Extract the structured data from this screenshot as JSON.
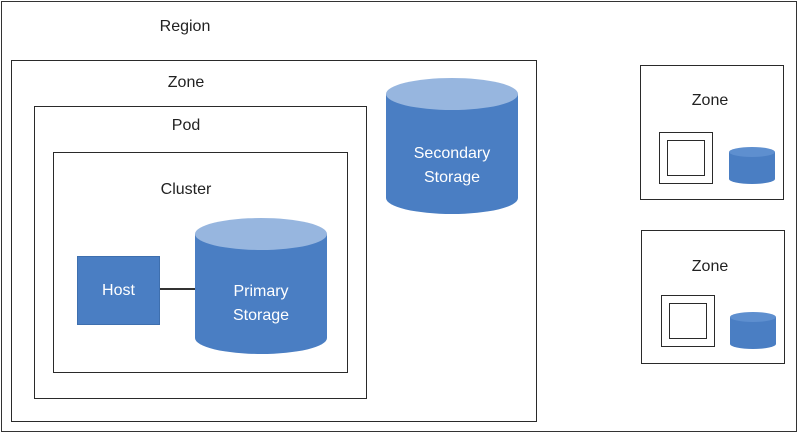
{
  "colors": {
    "storage_body": "#4a7ec3",
    "storage_top": "#97b6df",
    "border": "#2a2a2a"
  },
  "region": {
    "label": "Region"
  },
  "main_zone": {
    "label": "Zone",
    "pod": {
      "label": "Pod",
      "cluster": {
        "label": "Cluster",
        "host": {
          "label": "Host"
        },
        "primary_storage": {
          "line1": "Primary",
          "line2": "Storage"
        }
      }
    },
    "secondary_storage": {
      "line1": "Secondary",
      "line2": "Storage"
    }
  },
  "other_zones": [
    {
      "label": "Zone"
    },
    {
      "label": "Zone"
    }
  ]
}
